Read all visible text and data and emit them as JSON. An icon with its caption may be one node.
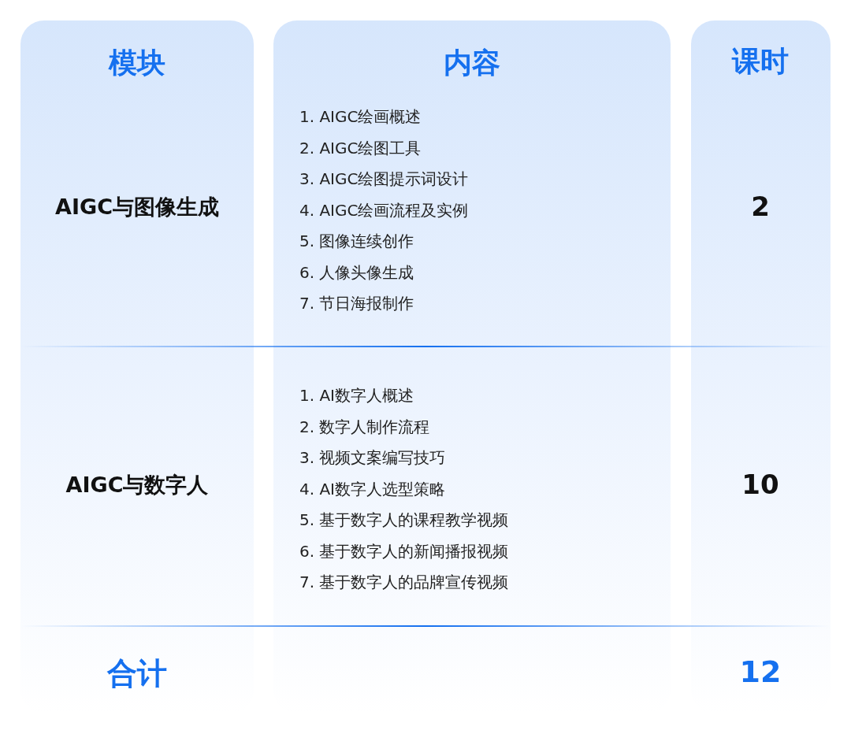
{
  "diagram": {
    "labels": [
      "模块",
      "内容",
      "课时",
      "AIGC与图像生成",
      "1. AIGC绘画概述",
      "2. AIGC绘图工具",
      "3. AIGC绘图提示词设计",
      "4. AIGC绘画流程及实例",
      "5. 图像连续创作",
      "6. 人像头像生成",
      "7. 节日海报制作",
      "2",
      "AIGC与数字人",
      "1. AI数字人概述",
      "2. 数字人制作流程",
      "3. 视频文案编写技巧",
      "4. AI数字人选型策略",
      "5. 基于数字人的课程教学视频",
      "6. 基于数字人的新闻播报视频",
      "7. 基于数字人的品牌宣传视频",
      "10",
      "合计",
      "12"
    ]
  }
}
